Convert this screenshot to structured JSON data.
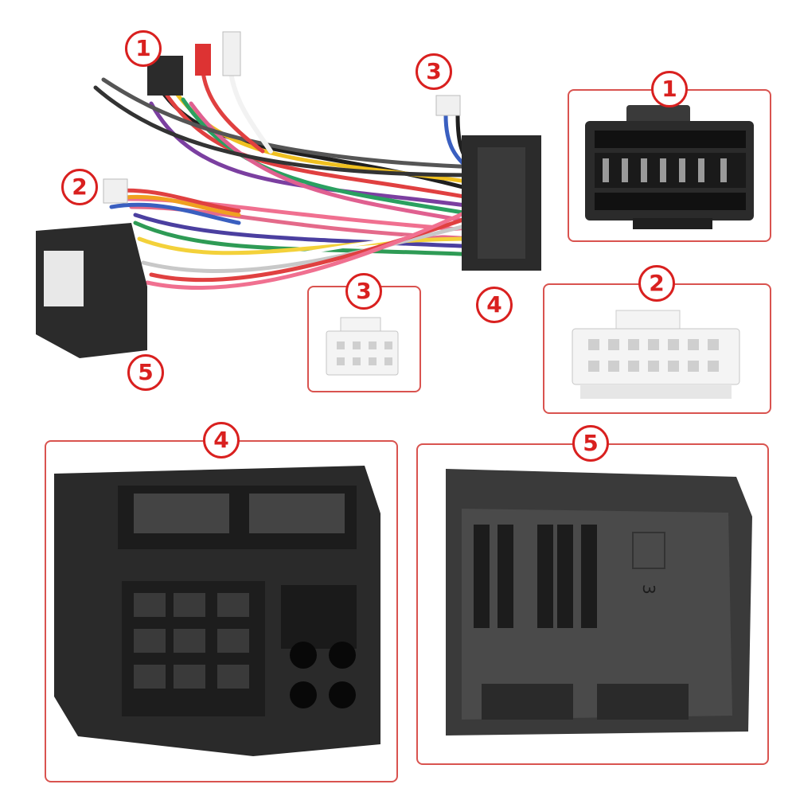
{
  "callouts": {
    "c1_top": "1",
    "c2_left": "2",
    "c3_top": "3",
    "c4_mid": "4",
    "c5_left": "5"
  },
  "panels": {
    "p1": {
      "number": "1"
    },
    "p2": {
      "number": "2"
    },
    "p3": {
      "number": "3"
    },
    "p4": {
      "number": "4"
    },
    "p5": {
      "number": "5",
      "molded_mark": "3"
    }
  },
  "colors": {
    "panel_border": "#d9534f",
    "badge": "#d9201f",
    "connector_black": "#2b2b2b",
    "connector_white": "#f2f2f2"
  }
}
